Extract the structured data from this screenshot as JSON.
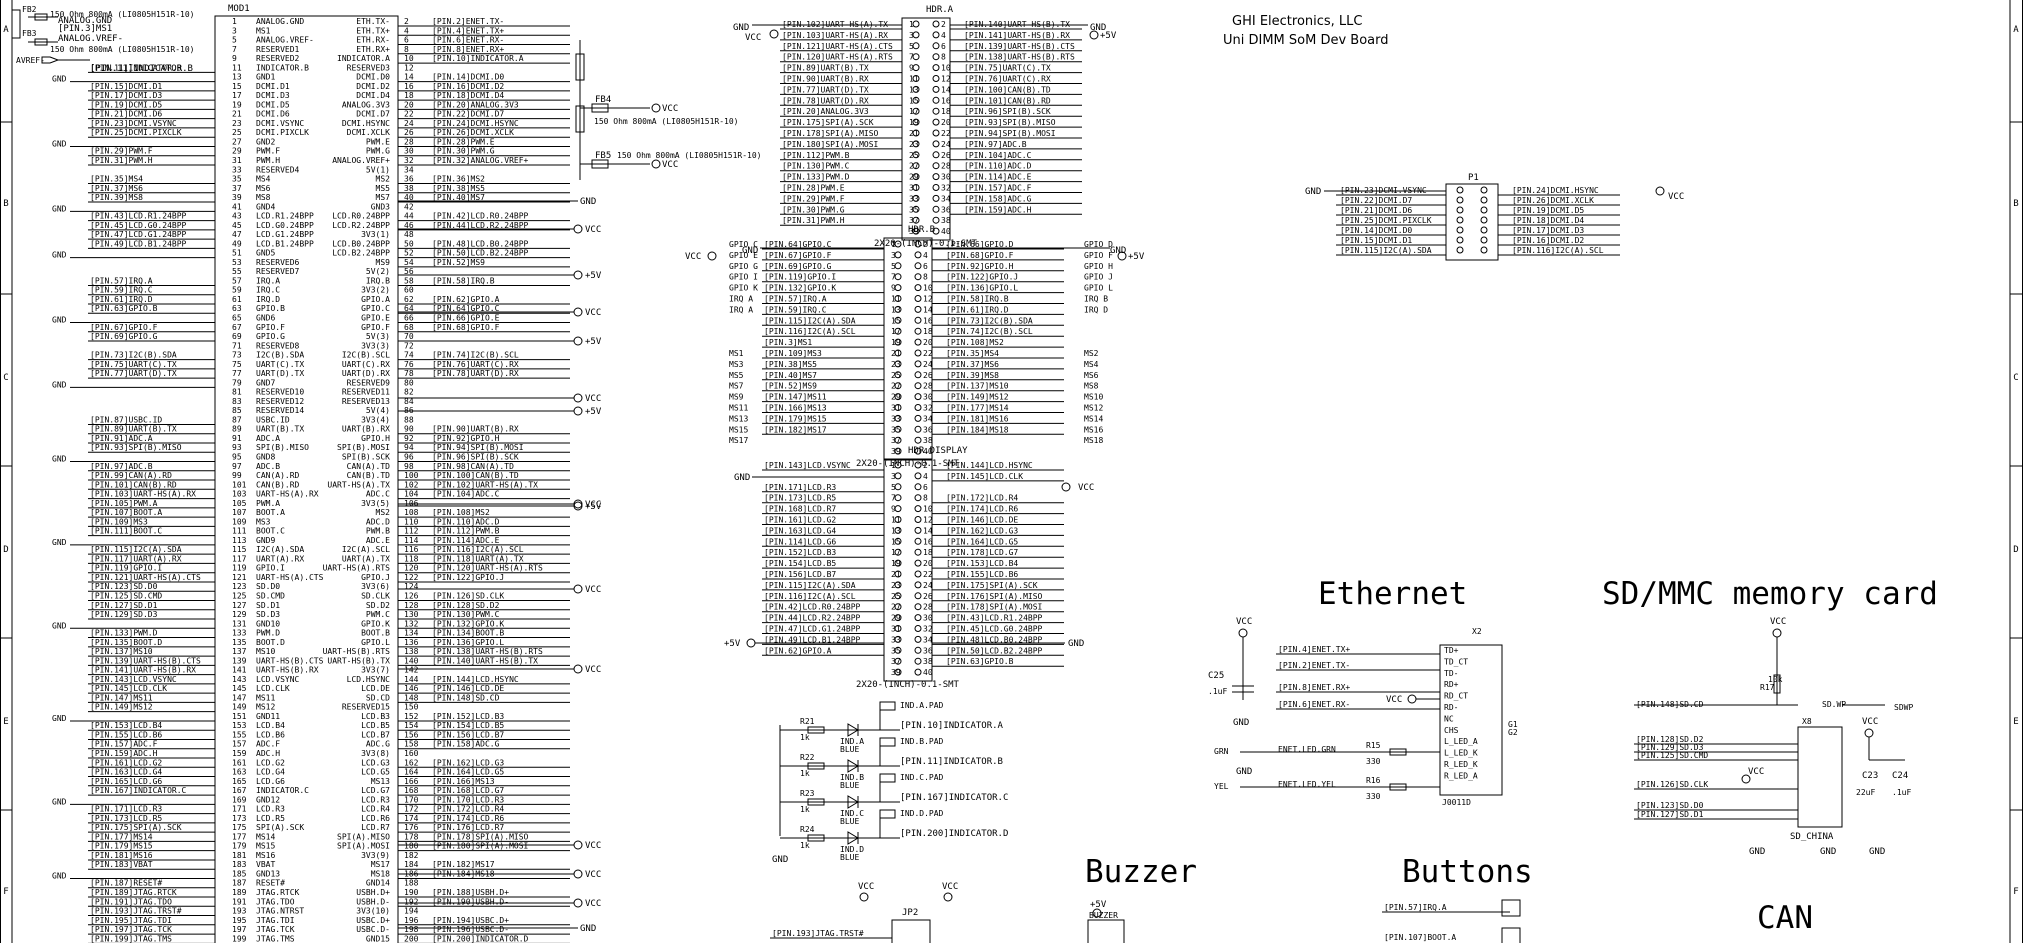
{
  "title_block": {
    "company": "GHI Electronics, LLC",
    "board": "Uni DIMM SoM Dev Board"
  },
  "frame_rows": [
    "A",
    "B",
    "C",
    "D",
    "E",
    "F"
  ],
  "section_titles": {
    "ethernet": "Ethernet",
    "sdmmc": "SD/MMC memory card",
    "buzzer": "Buzzer",
    "buttons": "Buttons",
    "can": "CAN"
  },
  "net_labels": {
    "gnd": "GND",
    "vcc": "VCC",
    "p5v": "+5V"
  },
  "top_left": {
    "fb2": "FB2",
    "fb3": "FB3",
    "fb_note": "150 Ohm 800mA (LI0805H151R-10)",
    "avref": "AVREF-",
    "nets": [
      "ANALOG.GND",
      "[PIN.3]MS1",
      "ANALOG.VREF-",
      "[PIN.11]INDICATOR.B"
    ]
  },
  "mod1": {
    "name": "MOD1",
    "rows": [
      [
        "",
        "1",
        "ANALOG.GND",
        "ETH.TX-",
        "2",
        "[PIN.2]ENET.TX-"
      ],
      [
        "",
        "3",
        "MS1",
        "ETH.TX+",
        "4",
        "[PIN.4]ENET.TX+"
      ],
      [
        "",
        "5",
        "ANALOG.VREF-",
        "ETH.RX-",
        "6",
        "[PIN.6]ENET.RX-"
      ],
      [
        "",
        "7",
        "RESERVED1",
        "ETH.RX+",
        "8",
        "[PIN.8]ENET.RX+"
      ],
      [
        "",
        "9",
        "RESERVED2",
        "INDICATOR.A",
        "10",
        "[PIN.10]INDICATOR.A"
      ],
      [
        "[PIN.11]INDICATOR.B",
        "11",
        "INDICATOR.B",
        "RESERVED3",
        "12",
        ""
      ],
      [
        "",
        "13",
        "GND1",
        "DCMI.D0",
        "14",
        "[PIN.14]DCMI.D0"
      ],
      [
        "[PIN.15]DCMI.D1",
        "15",
        "DCMI.D1",
        "DCMI.D2",
        "16",
        "[PIN.16]DCMI.D2"
      ],
      [
        "[PIN.17]DCMI.D3",
        "17",
        "DCMI.D3",
        "DCMI.D4",
        "18",
        "[PIN.18]DCMI.D4"
      ],
      [
        "[PIN.19]DCMI.D5",
        "19",
        "DCMI.D5",
        "ANALOG.3V3",
        "20",
        "[PIN.20]ANALOG.3V3"
      ],
      [
        "[PIN.21]DCMI.D6",
        "21",
        "DCMI.D6",
        "DCMI.D7",
        "22",
        "[PIN.22]DCMI.D7"
      ],
      [
        "[PIN.23]DCMI.VSYNC",
        "23",
        "DCMI.VSYNC",
        "DCMI.HSYNC",
        "24",
        "[PIN.24]DCMI.HSYNC"
      ],
      [
        "[PIN.25]DCMI.PIXCLK",
        "25",
        "DCMI.PIXCLK",
        "DCMI.XCLK",
        "26",
        "[PIN.26]DCMI.XCLK"
      ],
      [
        "",
        "27",
        "GND2",
        "PWM.E",
        "28",
        "[PIN.28]PWM.E"
      ],
      [
        "[PIN.29]PWM.F",
        "29",
        "PWM.F",
        "PWM.G",
        "30",
        "[PIN.30]PWM.G"
      ],
      [
        "[PIN.31]PWM.H",
        "31",
        "PWM.H",
        "ANALOG.VREF+",
        "32",
        "[PIN.32]ANALOG.VREF+"
      ],
      [
        "",
        "33",
        "RESERVED4",
        "5V(1)",
        "34",
        ""
      ],
      [
        "[PIN.35]MS4",
        "35",
        "MS4",
        "MS2",
        "36",
        "[PIN.36]MS2"
      ],
      [
        "[PIN.37]MS6",
        "37",
        "MS6",
        "MS5",
        "38",
        "[PIN.38]MS5"
      ],
      [
        "[PIN.39]MS8",
        "39",
        "MS8",
        "MS7",
        "40",
        "[PIN.40]MS7"
      ],
      [
        "",
        "41",
        "GND4",
        "GND3",
        "42",
        ""
      ],
      [
        "[PIN.43]LCD.R1.24BPP",
        "43",
        "LCD.R1.24BPP",
        "LCD.R0.24BPP",
        "44",
        "[PIN.42]LCD.R0.24BPP"
      ],
      [
        "[PIN.45]LCD.G0.24BPP",
        "45",
        "LCD.G0.24BPP",
        "LCD.R2.24BPP",
        "46",
        "[PIN.44]LCD.R2.24BPP"
      ],
      [
        "[PIN.47]LCD.G1.24BPP",
        "47",
        "LCD.G1.24BPP",
        "3V3(1)",
        "48",
        ""
      ],
      [
        "[PIN.49]LCD.B1.24BPP",
        "49",
        "LCD.B1.24BPP",
        "LCD.B0.24BPP",
        "50",
        "[PIN.48]LCD.B0.24BPP"
      ],
      [
        "",
        "51",
        "GND5",
        "LCD.B2.24BPP",
        "52",
        "[PIN.50]LCD.B2.24BPP"
      ],
      [
        "",
        "53",
        "RESERVED6",
        "MS9",
        "54",
        "[PIN.52]MS9"
      ],
      [
        "",
        "55",
        "RESERVED7",
        "5V(2)",
        "56",
        ""
      ],
      [
        "[PIN.57]IRQ.A",
        "57",
        "IRQ.A",
        "IRQ.B",
        "58",
        "[PIN.58]IRQ.B"
      ],
      [
        "[PIN.59]IRQ.C",
        "59",
        "IRQ.C",
        "3V3(2)",
        "60",
        ""
      ],
      [
        "[PIN.61]IRQ.D",
        "61",
        "IRQ.D",
        "GPIO.A",
        "62",
        "[PIN.62]GPIO.A"
      ],
      [
        "[PIN.63]GPIO.B",
        "63",
        "GPIO.B",
        "GPIO.C",
        "64",
        "[PIN.64]GPIO.C"
      ],
      [
        "",
        "65",
        "GND6",
        "GPIO.E",
        "66",
        "[PIN.66]GPIO.E"
      ],
      [
        "[PIN.67]GPIO.F",
        "67",
        "GPIO.F",
        "GPIO.F",
        "68",
        "[PIN.68]GPIO.F"
      ],
      [
        "[PIN.69]GPIO.G",
        "69",
        "GPIO.G",
        "5V(3)",
        "70",
        ""
      ],
      [
        "",
        "71",
        "RESERVED8",
        "3V3(3)",
        "72",
        ""
      ],
      [
        "[PIN.73]I2C(B).SDA",
        "73",
        "I2C(B).SDA",
        "I2C(B).SCL",
        "74",
        "[PIN.74]I2C(B).SCL"
      ],
      [
        "[PIN.75]UART(C).TX",
        "75",
        "UART(C).TX",
        "UART(C).RX",
        "76",
        "[PIN.76]UART(C).RX"
      ],
      [
        "[PIN.77]UART(D).TX",
        "77",
        "UART(D).TX",
        "UART(D).RX",
        "78",
        "[PIN.78]UART(D).RX"
      ],
      [
        "",
        "79",
        "GND7",
        "RESERVED9",
        "80",
        ""
      ],
      [
        "",
        "81",
        "RESERVED10",
        "RESERVED11",
        "82",
        ""
      ],
      [
        "",
        "83",
        "RESERVED12",
        "RESERVED13",
        "84",
        ""
      ],
      [
        "",
        "85",
        "RESERVED14",
        "5V(4)",
        "86",
        ""
      ],
      [
        "[PIN.87]USBC.ID",
        "87",
        "USBC.ID",
        "3V3(4)",
        "88",
        ""
      ],
      [
        "[PIN.89]UART(B).TX",
        "89",
        "UART(B).TX",
        "UART(B).RX",
        "90",
        "[PIN.90]UART(B).RX"
      ],
      [
        "[PIN.91]ADC.A",
        "91",
        "ADC.A",
        "GPIO.H",
        "92",
        "[PIN.92]GPIO.H"
      ],
      [
        "[PIN.93]SPI(B).MISO",
        "93",
        "SPI(B).MISO",
        "SPI(B).MOSI",
        "94",
        "[PIN.94]SPI(B).MOSI"
      ],
      [
        "",
        "95",
        "GND8",
        "SPI(B).SCK",
        "96",
        "[PIN.96]SPI(B).SCK"
      ],
      [
        "[PIN.97]ADC.B",
        "97",
        "ADC.B",
        "CAN(A).TD",
        "98",
        "[PIN.98]CAN(A).TD"
      ],
      [
        "[PIN.99]CAN(A).RD",
        "99",
        "CAN(A).RD",
        "CAN(B).TD",
        "100",
        "[PIN.100]CAN(B).TD"
      ],
      [
        "[PIN.101]CAN(B).RD",
        "101",
        "CAN(B).RD",
        "UART-HS(A).TX",
        "102",
        "[PIN.102]UART-HS(A).TX"
      ],
      [
        "[PIN.103]UART-HS(A).RX",
        "103",
        "UART-HS(A).RX",
        "ADC.C",
        "104",
        "[PIN.104]ADC.C"
      ],
      [
        "[PIN.105]PWM.A",
        "105",
        "PWM.A",
        "3V3(5)",
        "106",
        ""
      ],
      [
        "[PIN.107]BOOT.A",
        "107",
        "BOOT.A",
        "MS2",
        "108",
        "[PIN.108]MS2"
      ],
      [
        "[PIN.109]MS3",
        "109",
        "MS3",
        "ADC.D",
        "110",
        "[PIN.110]ADC.D"
      ],
      [
        "[PIN.111]BOOT.C",
        "111",
        "BOOT.C",
        "PWM.B",
        "112",
        "[PIN.112]PWM.B"
      ],
      [
        "",
        "113",
        "GND9",
        "ADC.E",
        "114",
        "[PIN.114]ADC.E"
      ],
      [
        "[PIN.115]I2C(A).SDA",
        "115",
        "I2C(A).SDA",
        "I2C(A).SCL",
        "116",
        "[PIN.116]I2C(A).SCL"
      ],
      [
        "[PIN.117]UART(A).RX",
        "117",
        "UART(A).RX",
        "UART(A).TX",
        "118",
        "[PIN.118]UART(A).TX"
      ],
      [
        "[PIN.119]GPIO.I",
        "119",
        "GPIO.I",
        "UART-HS(A).RTS",
        "120",
        "[PIN.120]UART-HS(A).RTS"
      ],
      [
        "[PIN.121]UART-HS(A).CTS",
        "121",
        "UART-HS(A).CTS",
        "GPIO.J",
        "122",
        "[PIN.122]GPIO.J"
      ],
      [
        "[PIN.123]SD.D0",
        "123",
        "SD.D0",
        "3V3(6)",
        "124",
        ""
      ],
      [
        "[PIN.125]SD.CMD",
        "125",
        "SD.CMD",
        "SD.CLK",
        "126",
        "[PIN.126]SD.CLK"
      ],
      [
        "[PIN.127]SD.D1",
        "127",
        "SD.D1",
        "SD.D2",
        "128",
        "[PIN.128]SD.D2"
      ],
      [
        "[PIN.129]SD.D3",
        "129",
        "SD.D3",
        "PWM.C",
        "130",
        "[PIN.130]PWM.C"
      ],
      [
        "",
        "131",
        "GND10",
        "GPIO.K",
        "132",
        "[PIN.132]GPIO.K"
      ],
      [
        "[PIN.133]PWM.D",
        "133",
        "PWM.D",
        "BOOT.B",
        "134",
        "[PIN.134]BOOT.B"
      ],
      [
        "[PIN.135]BOOT.D",
        "135",
        "BOOT.D",
        "GPIO.L",
        "136",
        "[PIN.136]GPIO.L"
      ],
      [
        "[PIN.137]MS10",
        "137",
        "MS10",
        "UART-HS(B).RTS",
        "138",
        "[PIN.138]UART-HS(B).RTS"
      ],
      [
        "[PIN.139]UART-HS(B).CTS",
        "139",
        "UART-HS(B).CTS",
        "UART-HS(B).TX",
        "140",
        "[PIN.140]UART-HS(B).TX"
      ],
      [
        "[PIN.141]UART-HS(B).RX",
        "141",
        "UART-HS(B).RX",
        "3V3(7)",
        "142",
        ""
      ],
      [
        "[PIN.143]LCD.VSYNC",
        "143",
        "LCD.VSYNC",
        "LCD.HSYNC",
        "144",
        "[PIN.144]LCD.HSYNC"
      ],
      [
        "[PIN.145]LCD.CLK",
        "145",
        "LCD.CLK",
        "LCD.DE",
        "146",
        "[PIN.146]LCD.DE"
      ],
      [
        "[PIN.147]MS11",
        "147",
        "MS11",
        "SD.CD",
        "148",
        "[PIN.148]SD.CD"
      ],
      [
        "[PIN.149]MS12",
        "149",
        "MS12",
        "RESERVED15",
        "150",
        ""
      ],
      [
        "",
        "151",
        "GND11",
        "LCD.B3",
        "152",
        "[PIN.152]LCD.B3"
      ],
      [
        "[PIN.153]LCD.B4",
        "153",
        "LCD.B4",
        "LCD.B5",
        "154",
        "[PIN.154]LCD.B5"
      ],
      [
        "[PIN.155]LCD.B6",
        "155",
        "LCD.B6",
        "LCD.B7",
        "156",
        "[PIN.156]LCD.B7"
      ],
      [
        "[PIN.157]ADC.F",
        "157",
        "ADC.F",
        "ADC.G",
        "158",
        "[PIN.158]ADC.G"
      ],
      [
        "[PIN.159]ADC.H",
        "159",
        "ADC.H",
        "3V3(8)",
        "160",
        ""
      ],
      [
        "[PIN.161]LCD.G2",
        "161",
        "LCD.G2",
        "LCD.G3",
        "162",
        "[PIN.162]LCD.G3"
      ],
      [
        "[PIN.163]LCD.G4",
        "163",
        "LCD.G4",
        "LCD.G5",
        "164",
        "[PIN.164]LCD.G5"
      ],
      [
        "[PIN.165]LCD.G6",
        "165",
        "LCD.G6",
        "MS13",
        "166",
        "[PIN.166]MS13"
      ],
      [
        "[PIN.167]INDICATOR.C",
        "167",
        "INDICATOR.C",
        "LCD.G7",
        "168",
        "[PIN.168]LCD.G7"
      ],
      [
        "",
        "169",
        "GND12",
        "LCD.R3",
        "170",
        "[PIN.170]LCD.R3"
      ],
      [
        "[PIN.171]LCD.R3",
        "171",
        "LCD.R3",
        "LCD.R4",
        "172",
        "[PIN.172]LCD.R4"
      ],
      [
        "[PIN.173]LCD.R5",
        "173",
        "LCD.R5",
        "LCD.R6",
        "174",
        "[PIN.174]LCD.R6"
      ],
      [
        "[PIN.175]SPI(A).SCK",
        "175",
        "SPI(A).SCK",
        "LCD.R7",
        "176",
        "[PIN.176]LCD.R7"
      ],
      [
        "[PIN.177]MS14",
        "177",
        "MS14",
        "SPI(A).MISO",
        "178",
        "[PIN.178]SPI(A).MISO"
      ],
      [
        "[PIN.179]MS15",
        "179",
        "MS15",
        "SPI(A).MOSI",
        "180",
        "[PIN.180]SPI(A).MOSI"
      ],
      [
        "[PIN.181]MS16",
        "181",
        "MS16",
        "3V3(9)",
        "182",
        ""
      ],
      [
        "[PIN.183]VBAT",
        "183",
        "VBAT",
        "MS17",
        "184",
        "[PIN.182]MS17"
      ],
      [
        "",
        "185",
        "GND13",
        "MS18",
        "186",
        "[PIN.184]MS18"
      ],
      [
        "[PIN.187]RESET#",
        "187",
        "RESET#",
        "GND14",
        "188",
        ""
      ],
      [
        "[PIN.189]JTAG.RTCK",
        "189",
        "JTAG.RTCK",
        "USBH.D+",
        "190",
        "[PIN.188]USBH.D+"
      ],
      [
        "[PIN.191]JTAG.TDO",
        "191",
        "JTAG.TDO",
        "USBH.D-",
        "192",
        "[PIN.190]USBH.D-"
      ],
      [
        "[PIN.193]JTAG.TRST#",
        "193",
        "JTAG.NTRST",
        "3V3(10)",
        "194",
        ""
      ],
      [
        "[PIN.195]JTAG.TDI",
        "195",
        "JTAG.TDI",
        "USBC.D+",
        "196",
        "[PIN.194]USBC.D+"
      ],
      [
        "[PIN.197]JTAG.TCK",
        "197",
        "JTAG.TCK",
        "USBC.D-",
        "198",
        "[PIN.196]USBC.D-"
      ],
      [
        "[PIN.199]JTAG.TMS",
        "199",
        "JTAG.TMS",
        "GND15",
        "200",
        "[PIN.200]INDICATOR.D"
      ]
    ]
  },
  "ferrites": {
    "fb4": "FB4",
    "fb5": "FB5",
    "note": "150 Ohm 800mA (LI0805H151R-10)"
  },
  "hdr_a": {
    "name": "HDR.A",
    "footprint": "2X20-(INCH)-0.1-SMT",
    "left": [
      "[PIN.102]UART-HS(A).TX",
      "[PIN.103]UART-HS(A).RX",
      "[PIN.121]UART-HS(A).CTS",
      "[PIN.120]UART-HS(A).RTS",
      "[PIN.89]UART(B).TX",
      "[PIN.90]UART(B).RX",
      "[PIN.77]UART(D).TX",
      "[PIN.78]UART(D).RX",
      "[PIN.20]ANALOG.3V3",
      "[PIN.175]SPI(A).SCK",
      "[PIN.178]SPI(A).MISO",
      "[PIN.180]SPI(A).MOSI",
      "[PIN.112]PWM.B",
      "[PIN.130]PWM.C",
      "[PIN.133]PWM.D",
      "[PIN.28]PWM.E",
      "[PIN.29]PWM.F",
      "[PIN.30]PWM.G",
      "[PIN.31]PWM.H"
    ],
    "right": [
      "[PIN.140]UART-HS(B).TX",
      "[PIN.141]UART-HS(B).RX",
      "[PIN.139]UART-HS(B).CTS",
      "[PIN.138]UART-HS(B).RTS",
      "[PIN.75]UART(C).TX",
      "[PIN.76]UART(C).RX",
      "[PIN.100]CAN(B).TD",
      "[PIN.101]CAN(B).RD",
      "[PIN.96]SPI(B).SCK",
      "[PIN.93]SPI(B).MISO",
      "[PIN.94]SPI(B).MOSI",
      "[PIN.97]ADC.B",
      "[PIN.104]ADC.C",
      "[PIN.110]ADC.D",
      "[PIN.114]ADC.E",
      "[PIN.157]ADC.F",
      "[PIN.158]ADC.G",
      "[PIN.159]ADC.H"
    ]
  },
  "hdr_b": {
    "name": "HDR.B",
    "footprint": "2X20-(INCH)-0.1-SMT",
    "left_tags": [
      "GPIO C",
      "GPIO E",
      "GPIO G",
      "GPIO I",
      "GPIO K",
      "IRQ A",
      "IRQ A",
      "",
      "",
      "",
      "MS1",
      "MS3",
      "MS5",
      "MS7",
      "MS9",
      "MS11",
      "MS13",
      "MS15",
      "MS17"
    ],
    "left": [
      "[PIN.64]GPIO.C",
      "[PIN.67]GPIO.F",
      "[PIN.69]GPIO.G",
      "[PIN.119]GPIO.I",
      "[PIN.132]GPIO.K",
      "[PIN.57]IRQ.A",
      "[PIN.59]IRQ.C",
      "[PIN.115]I2C(A).SDA",
      "[PIN.116]I2C(A).SCL",
      "[PIN.3]MS1",
      "[PIN.109]MS3",
      "[PIN.38]MS5",
      "[PIN.40]MS7",
      "[PIN.52]MS9",
      "[PIN.147]MS11",
      "[PIN.166]MS13",
      "[PIN.179]MS15",
      "[PIN.182]MS17"
    ],
    "right": [
      "[PIN.66]GPIO.D",
      "[PIN.68]GPIO.F",
      "[PIN.92]GPIO.H",
      "[PIN.122]GPIO.J",
      "[PIN.136]GPIO.L",
      "[PIN.58]IRQ.B",
      "[PIN.61]IRQ.D",
      "[PIN.73]I2C(B).SDA",
      "[PIN.74]I2C(B).SCL",
      "[PIN.108]MS2",
      "[PIN.35]MS4",
      "[PIN.37]MS6",
      "[PIN.39]MS8",
      "[PIN.137]MS10",
      "[PIN.149]MS12",
      "[PIN.177]MS14",
      "[PIN.181]MS16",
      "[PIN.184]MS18"
    ],
    "right_tags": [
      "GPIO D",
      "GPIO F",
      "GPIO H",
      "GPIO J",
      "GPIO L",
      "IRQ B",
      "IRQ D",
      "",
      "",
      "",
      "MS2",
      "MS4",
      "MS6",
      "MS8",
      "MS10",
      "MS12",
      "MS14",
      "MS16",
      "MS18"
    ]
  },
  "hdr_display": {
    "name": "HDR.DISPLAY",
    "footprint": "2X20-(INCH)-0.1-SMT",
    "left": [
      "[PIN.143]LCD.VSYNC",
      "",
      "[PIN.171]LCD.R3",
      "[PIN.173]LCD.R5",
      "[PIN.168]LCD.R7",
      "[PIN.161]LCD.G2",
      "[PIN.163]LCD.G4",
      "[PIN.114]LCD.G6",
      "[PIN.152]LCD.B3",
      "[PIN.154]LCD.B5",
      "[PIN.156]LCD.B7",
      "[PIN.115]I2C(A).SDA",
      "[PIN.116]I2C(A).SCL",
      "[PIN.42]LCD.R0.24BPP",
      "[PIN.44]LCD.R2.24BPP",
      "[PIN.47]LCD.G1.24BPP",
      "[PIN.49]LCD.B1.24BPP",
      "[PIN.62]GPIO.A"
    ],
    "right": [
      "[PIN.144]LCD.HSYNC",
      "[PIN.145]LCD.CLK",
      "",
      "[PIN.172]LCD.R4",
      "[PIN.174]LCD.R6",
      "[PIN.146]LCD.DE",
      "[PIN.162]LCD.G3",
      "[PIN.164]LCD.G5",
      "[PIN.178]LCD.G7",
      "[PIN.153]LCD.B4",
      "[PIN.155]LCD.B6",
      "[PIN.175]SPI(A).SCK",
      "[PIN.176]SPI(A).MISO",
      "[PIN.178]SPI(A).MOSI",
      "[PIN.43]LCD.R1.24BPP",
      "[PIN.45]LCD.G0.24BPP",
      "[PIN.48]LCD.B0.24BPP",
      "[PIN.50]LCD.B2.24BPP",
      "[PIN.63]GPIO.B"
    ]
  },
  "p1": {
    "name": "P1",
    "left": [
      "[PIN.23]DCMI.VSYNC",
      "[PIN.22]DCMI.D7",
      "[PIN.21]DCMI.D6",
      "[PIN.25]DCMI.PIXCLK",
      "[PIN.14]DCMI.D0",
      "[PIN.15]DCMI.D1",
      "[PIN.115]I2C(A).SDA"
    ],
    "right": [
      "[PIN.24]DCMI.HSYNC",
      "[PIN.26]DCMI.XCLK",
      "[PIN.19]DCMI.D5",
      "[PIN.18]DCMI.D4",
      "[PIN.17]DCMI.D3",
      "[PIN.16]DCMI.D2",
      "[PIN.116]I2C(A).SCL"
    ]
  },
  "leds": {
    "color": "BLUE",
    "items": [
      {
        "r": "R21",
        "d": "IND.A",
        "pad": "IND.A.PAD",
        "net": "[PIN.10]INDICATOR.A"
      },
      {
        "r": "R22",
        "d": "IND.B",
        "pad": "IND.B.PAD",
        "net": "[PIN.11]INDICATOR.B"
      },
      {
        "r": "R23",
        "d": "IND.C",
        "pad": "IND.C.PAD",
        "net": "[PIN.167]INDICATOR.C"
      },
      {
        "r": "R24",
        "d": "IND.D",
        "pad": "IND.D.PAD",
        "net": "[PIN.200]INDICATOR.D"
      }
    ],
    "rval": "1k"
  },
  "jp2": {
    "name": "JP2",
    "nets": [
      "[PIN.193]JTAG.TRST#"
    ]
  },
  "buzzer": {
    "name": "BUZZER"
  },
  "ethernet": {
    "x2": "X2",
    "part": "J0011D",
    "nets": [
      "[PIN.4]ENET.TX+",
      "[PIN.2]ENET.TX-",
      "[PIN.8]ENET.RX+",
      "[PIN.6]ENET.RX-",
      "ENET.LED.GRN",
      "ENET.LED.YEL"
    ],
    "jack_pins": [
      "TD+",
      "TD_CT",
      "TD-",
      "RD+",
      "RD_CT",
      "RD-",
      "NC",
      "CHS",
      "L_LED_A",
      "L_LED_K",
      "R_LED_K",
      "R_LED_A"
    ],
    "g": [
      "G1",
      "G2"
    ],
    "c25": "C25",
    "c25v": ".1uF",
    "r15": "R15",
    "r16": "R16",
    "rv": "330",
    "grn": "GRN",
    "yel": "YEL"
  },
  "sd": {
    "x8": "X8",
    "part": "SD_CHINA",
    "nets": [
      "[PIN.148]SD.CD",
      "[PIN.128]SD.D2",
      "[PIN.129]SD.D3",
      "[PIN.125]SD.CMD",
      "[PIN.126]SD.CLK",
      "[PIN.123]SD.D0",
      "[PIN.127]SD.D1"
    ],
    "r17": "R17",
    "r17v": "10k",
    "wp": "SD.WP",
    "wp2": "SDWP",
    "c23": "C23",
    "c23v": "22uF",
    "c24": "C24",
    "c24v": ".1uF"
  },
  "buttons": {
    "nets": [
      "[PIN.57]IRQ.A",
      "[PIN.107]BOOT.A"
    ]
  }
}
